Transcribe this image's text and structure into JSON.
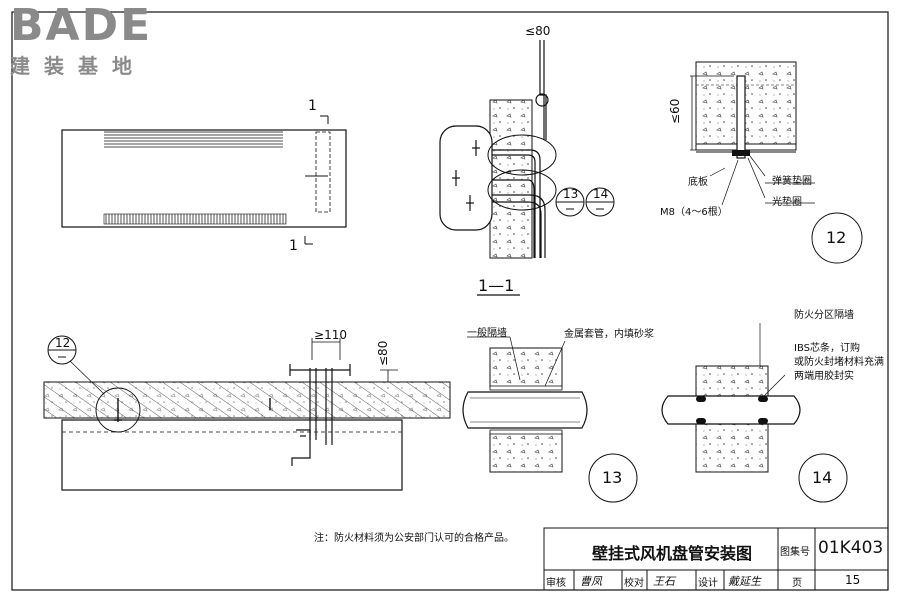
{
  "logo": {
    "brand": "BADE",
    "subtitle": "建装基地"
  },
  "drawing": {
    "section_marks": {
      "top": "1",
      "bottom": "1"
    },
    "section_title": "1—1",
    "dims": {
      "d80": "80",
      "d60": "60",
      "d110": "110",
      "d80b": "80"
    },
    "callouts": {
      "c12": "12",
      "c13": "13",
      "c14": "14"
    },
    "detail12_labels": {
      "base_plate": "底板",
      "bolt": "M8（4～6根）",
      "spring_washer": "弹簧垫圈",
      "flat_washer": "光垫圈"
    },
    "detail13_labels": {
      "wall": "一般隔墙",
      "sleeve": "金属套管，内填砂浆"
    },
    "detail14_labels": {
      "wall": "防火分区隔墙",
      "fill_line1": "IBS芯条，订购",
      "fill_line2": "或防火封堵材料充满",
      "fill_line3": "两端用胶封实"
    },
    "detail_numbers": {
      "n12": "12",
      "n13": "13",
      "n14": "14"
    }
  },
  "note": "注：防火材料须为公安部门认可的合格产品。",
  "title_block": {
    "title": "壁挂式风机盘管安装图",
    "atlas_label": "图集号",
    "atlas_no": "01K403",
    "review_label": "审核",
    "review_sign": "曹凤",
    "check_label": "校对",
    "check_sign": "王石",
    "design_label": "设计",
    "design_sign": "戴延生",
    "page_label": "页",
    "page_no": "15"
  }
}
